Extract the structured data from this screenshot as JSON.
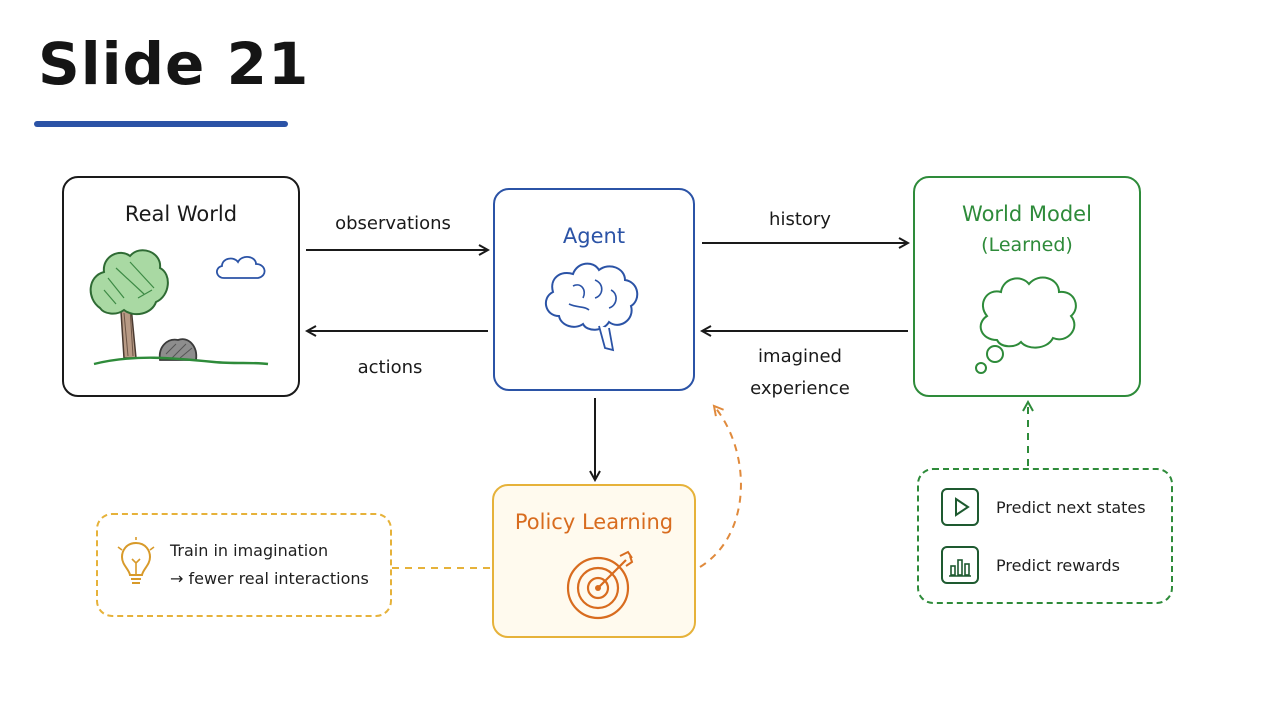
{
  "slide": {
    "title": "Slide 21"
  },
  "nodes": {
    "real_world": {
      "title": "Real World"
    },
    "agent": {
      "title": "Agent"
    },
    "world_model": {
      "title": "World Model",
      "subtitle": "(Learned)"
    },
    "policy_learning": {
      "title": "Policy Learning"
    }
  },
  "edges": {
    "observations": "observations",
    "actions": "actions",
    "history": "history",
    "imagined_line1": "imagined",
    "imagined_line2": "experience"
  },
  "callouts": {
    "train": {
      "line1": "Train in imagination",
      "line2": "→ fewer real interactions"
    },
    "predict": {
      "states": "Predict next states",
      "rewards": "Predict rewards"
    }
  },
  "icons": {
    "real_world": [
      "tree-icon",
      "cloud-icon",
      "rock-icon",
      "grass-icon"
    ],
    "agent": "brain-icon",
    "world_model": "thought-cloud-icon",
    "policy_learning": "target-icon",
    "train": "lightbulb-icon",
    "predict_states": "play-icon",
    "predict_rewards": "bar-chart-icon"
  },
  "colors": {
    "agent": "#2b53a6",
    "world_model": "#2e8b3a",
    "policy_border": "#e6b23a",
    "policy_text": "#d86c1f",
    "title_underline": "#2b53a6"
  }
}
